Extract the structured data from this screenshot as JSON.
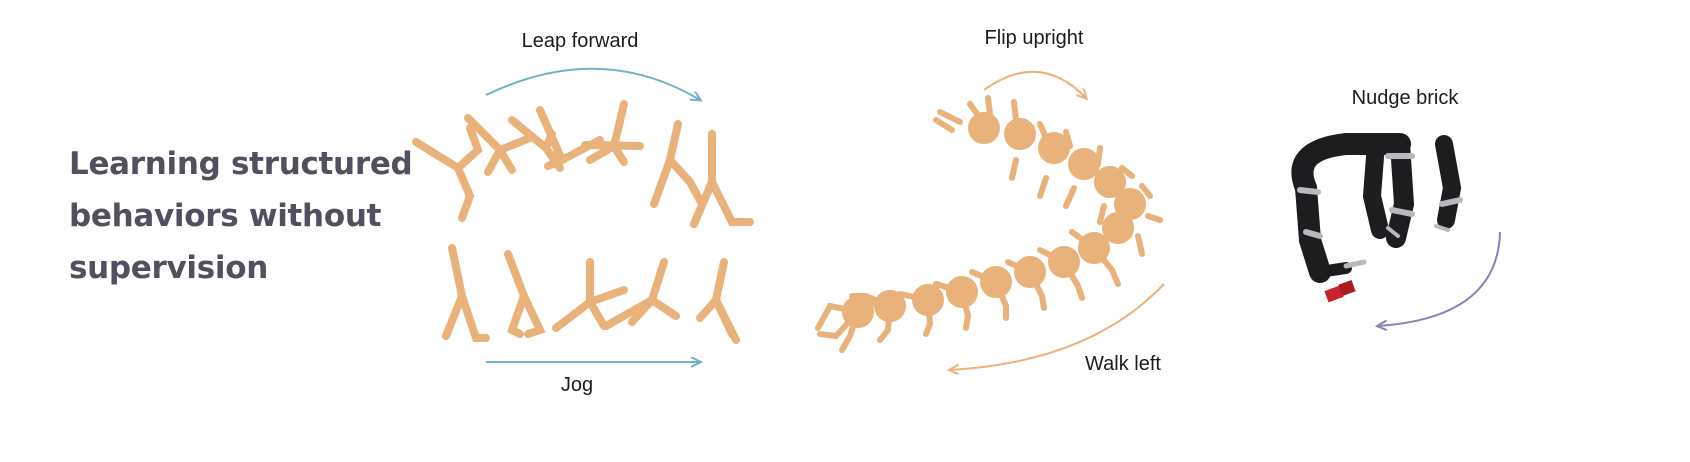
{
  "headline": {
    "line1": "Learning structured",
    "line2": "behaviors without",
    "line3": "supervision"
  },
  "figure": {
    "labels": {
      "leap_forward": "Leap forward",
      "jog": "Jog",
      "flip_upright": "Flip upright",
      "walk_left": "Walk left",
      "nudge_brick": "Nudge brick"
    },
    "colors": {
      "humanoid": "#e8b27a",
      "humanoid_dark": "#c98f55",
      "blue_arrow": "#6fb3c6",
      "orange_arrow": "#f0b07a",
      "purple_arrow": "#8c82b8",
      "robot_arm": "#1d1d1f",
      "robot_joint": "#b9b9bd",
      "brick": "#c8232a",
      "headline_text": "#50505f"
    }
  }
}
